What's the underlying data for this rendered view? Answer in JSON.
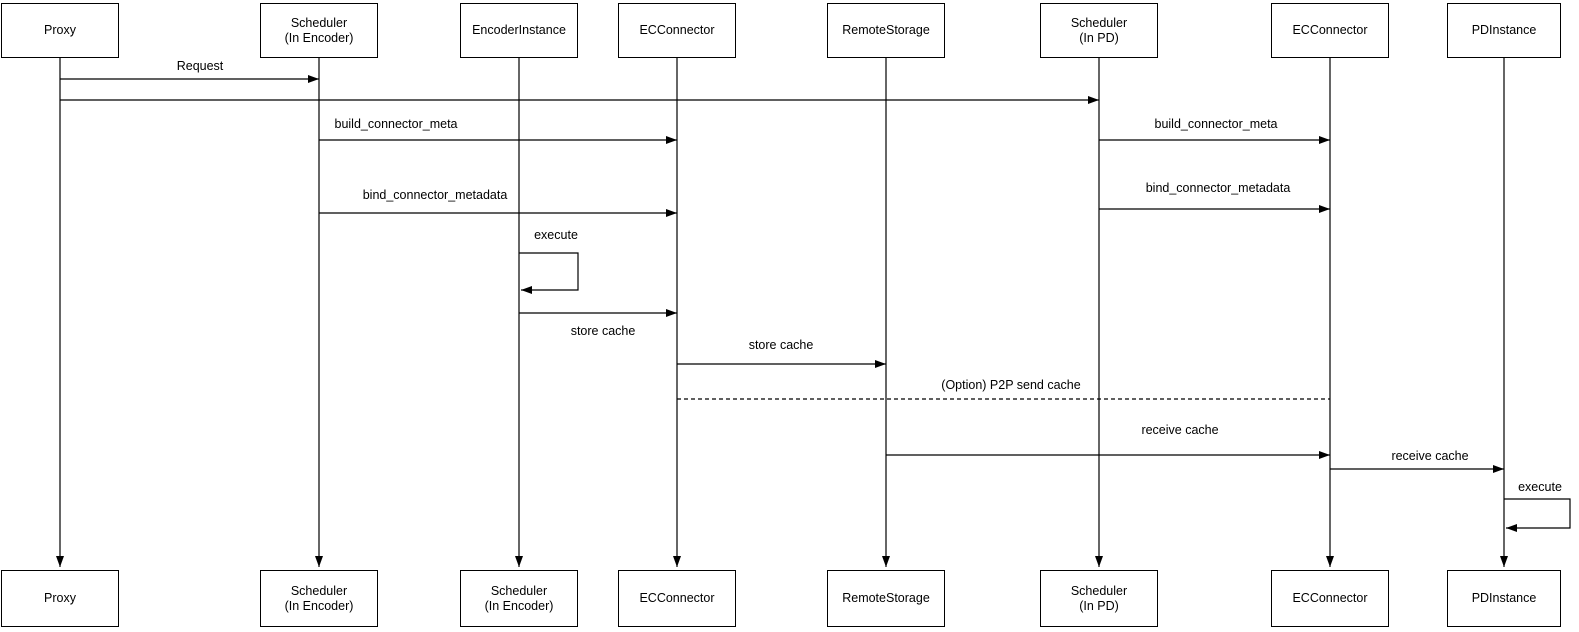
{
  "page": {
    "background_color": "#ffffff",
    "line_color": "#000000",
    "text_color": "#000000"
  },
  "diagram": {
    "type": "sequence-diagram",
    "top_actors": [
      {
        "label": "Proxy"
      },
      {
        "label": "Scheduler\n(In Encoder)"
      },
      {
        "label": "EncoderInstance"
      },
      {
        "label": "ECConnector"
      },
      {
        "label": "RemoteStorage"
      },
      {
        "label": "Scheduler\n(In PD)"
      },
      {
        "label": "ECConnector"
      },
      {
        "label": "PDInstance"
      }
    ],
    "bottom_actors": [
      {
        "label": "Proxy"
      },
      {
        "label": "Scheduler\n(In Encoder)"
      },
      {
        "label": "Scheduler\n(In Encoder)"
      },
      {
        "label": "ECConnector"
      },
      {
        "label": "RemoteStorage"
      },
      {
        "label": "Scheduler\n(In PD)"
      },
      {
        "label": "ECConnector"
      },
      {
        "label": "PDInstance"
      }
    ],
    "messages": [
      {
        "label": "Request",
        "from": "Proxy",
        "to": "Scheduler (In Encoder)",
        "style": "solid"
      },
      {
        "label": "",
        "from": "Proxy",
        "to": "Scheduler (In PD)",
        "style": "solid"
      },
      {
        "label": "build_connector_meta",
        "from": "Scheduler (In Encoder)",
        "to": "ECConnector",
        "style": "solid"
      },
      {
        "label": "build_connector_meta",
        "from": "Scheduler (In PD)",
        "to": "ECConnector",
        "style": "solid"
      },
      {
        "label": "bind_connector_metadata",
        "from": "Scheduler (In Encoder)",
        "to": "ECConnector",
        "style": "solid"
      },
      {
        "label": "bind_connector_metadata",
        "from": "Scheduler (In PD)",
        "to": "ECConnector",
        "style": "solid"
      },
      {
        "label": "execute",
        "from": "EncoderInstance",
        "to": "EncoderInstance",
        "style": "self-loop"
      },
      {
        "label": "store cache",
        "from": "EncoderInstance",
        "to": "ECConnector",
        "style": "solid"
      },
      {
        "label": "store cache",
        "from": "ECConnector",
        "to": "RemoteStorage",
        "style": "solid"
      },
      {
        "label": "(Option) P2P send cache",
        "from": "ECConnector",
        "to": "ECConnector (PD)",
        "style": "dashed"
      },
      {
        "label": "receive cache",
        "from": "RemoteStorage",
        "to": "ECConnector (PD)",
        "style": "solid"
      },
      {
        "label": "receive cache",
        "from": "ECConnector (PD)",
        "to": "PDInstance",
        "style": "solid"
      },
      {
        "label": "execute",
        "from": "PDInstance",
        "to": "PDInstance",
        "style": "self-loop"
      }
    ]
  }
}
